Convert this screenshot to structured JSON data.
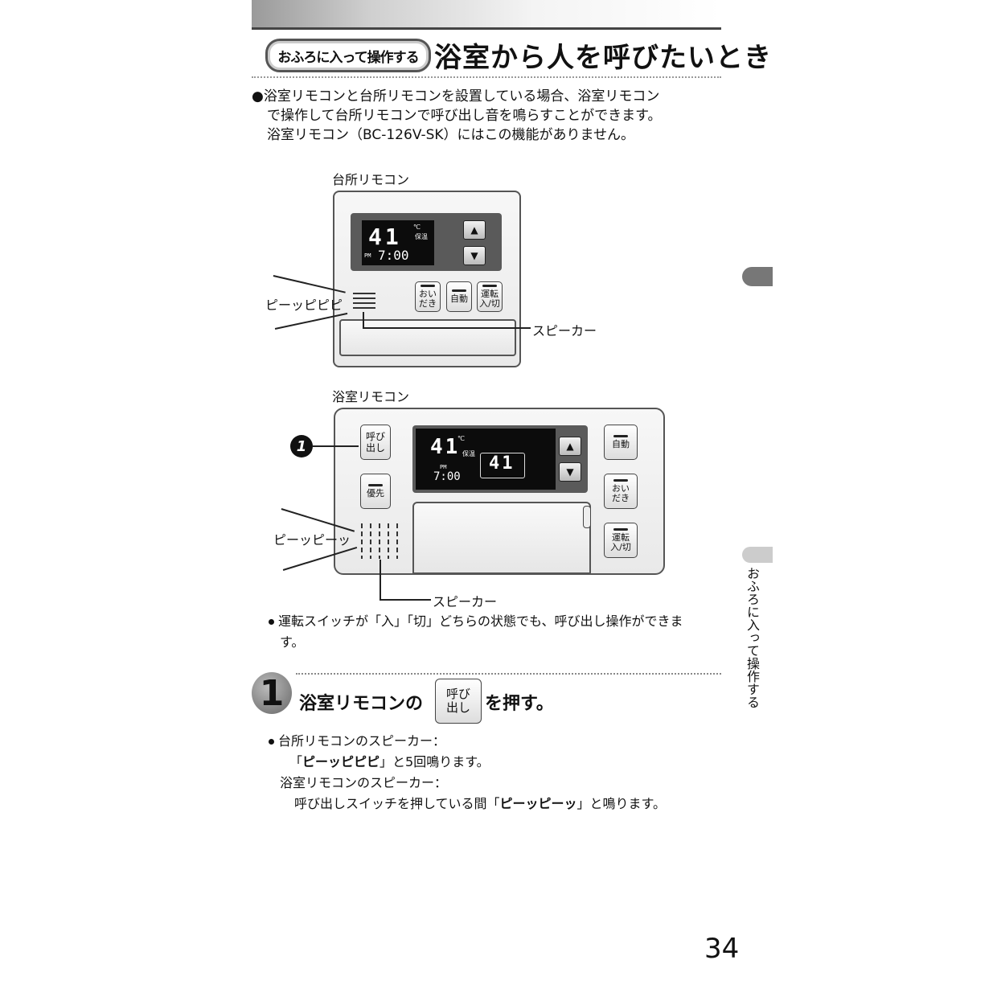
{
  "header": {
    "section_label": "おふろに入って操作する",
    "title": "浴室から人を呼びたいとき"
  },
  "intro": {
    "line1": "●浴室リモコンと台所リモコンを設置している場合、浴室リモコン",
    "line2": "で操作して台所リモコンで呼び出し音を鳴らすことができます。",
    "line3": "浴室リモコン（BC-126V-SK）にはこの機能がありません。"
  },
  "kitchen_remote": {
    "caption": "台所リモコン",
    "temp": "41",
    "unit": "℃",
    "hold": "保温",
    "ampm": "PM",
    "time": "7:00",
    "btn_oidaki": "おい\nだき",
    "btn_auto": "自動",
    "btn_power": "運転\n入/切",
    "sound_label": "ピーッピピピ",
    "speaker_label": "スピーカー"
  },
  "bath_remote": {
    "caption": "浴室リモコン",
    "btn_call": "呼び\n出し",
    "btn_priority": "優先",
    "temp": "41",
    "unit": "℃",
    "hold": "保温",
    "ampm": "PM",
    "time": "7:00",
    "temp2": "41",
    "btn_auto": "自動",
    "btn_oidaki": "おい\nだき",
    "btn_power": "運転\n入/切",
    "sound_label": "ピーッピーッ",
    "speaker_label": "スピーカー",
    "callout_number": "1"
  },
  "note": {
    "line1": "運転スイッチが「入」「切」どちらの状態でも、呼び出し操作ができま",
    "line2": "す。"
  },
  "step": {
    "number": "1",
    "text_before": "浴室リモコンの",
    "button_label": "呼び\n出し",
    "text_after": "を押す。"
  },
  "details": {
    "line1": "台所リモコンのスピーカー：",
    "line2_pre": "「",
    "line2_bold": "ピーッピピピ",
    "line2_post": "」と5回鳴ります。",
    "line3": "浴室リモコンのスピーカー：",
    "line4_pre": "呼び出しスイッチを押している間「",
    "line4_bold": "ピーッピーッ",
    "line4_post": "」と鳴ります。"
  },
  "sidebar": {
    "label": "おふろに入って操作する"
  },
  "page_number": "34"
}
